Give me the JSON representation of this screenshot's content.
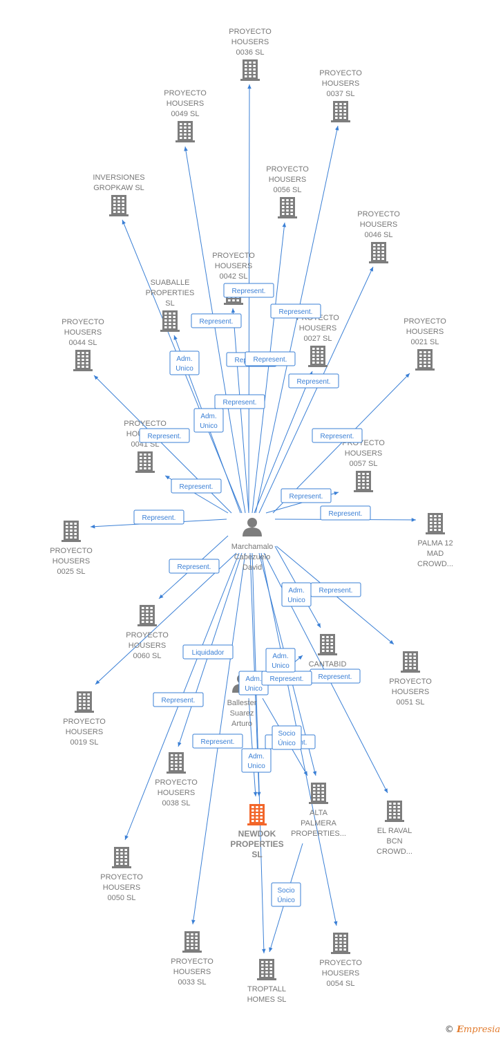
{
  "colors": {
    "edge": "#3a7fd5",
    "building": "#7d7d7d",
    "main_building": "#f2662a",
    "person": "#7d7d7d"
  },
  "footer": {
    "copyright": "©",
    "brand_initial": "E",
    "brand_rest": "mpresia"
  },
  "nodes": [
    {
      "id": "p",
      "type": "person",
      "lines": [
        "Marchamalo",
        "Cabezuelo",
        "David"
      ]
    },
    {
      "id": "b",
      "type": "person",
      "lines": [
        "Ballester",
        "Suarez",
        "Arturo"
      ]
    },
    {
      "id": "n0036",
      "type": "company",
      "lines": [
        "PROYECTO",
        "HOUSERS",
        "0036  SL"
      ]
    },
    {
      "id": "n0037",
      "type": "company",
      "lines": [
        "PROYECTO",
        "HOUSERS",
        "0037  SL"
      ]
    },
    {
      "id": "n0049",
      "type": "company",
      "lines": [
        "PROYECTO",
        "HOUSERS",
        "0049  SL"
      ]
    },
    {
      "id": "ngro",
      "type": "company",
      "lines": [
        "INVERSIONES",
        "GROPKAW  SL"
      ]
    },
    {
      "id": "n0056",
      "type": "company",
      "lines": [
        "PROYECTO",
        "HOUSERS",
        "0056  SL"
      ]
    },
    {
      "id": "n0046",
      "type": "company",
      "lines": [
        "PROYECTO",
        "HOUSERS",
        "0046  SL"
      ]
    },
    {
      "id": "n0042",
      "type": "company",
      "lines": [
        "PROYECTO",
        "HOUSERS",
        "0042  SL"
      ]
    },
    {
      "id": "nsua",
      "type": "company",
      "lines": [
        "SUABALLE",
        "PROPERTIES",
        "SL"
      ]
    },
    {
      "id": "n0027",
      "type": "company",
      "lines": [
        "PROYECTO",
        "HOUSERS",
        "0027  SL"
      ]
    },
    {
      "id": "n0044",
      "type": "company",
      "lines": [
        "PROYECTO",
        "HOUSERS",
        "0044  SL"
      ]
    },
    {
      "id": "n0021",
      "type": "company",
      "lines": [
        "PROYECTO",
        "HOUSERS",
        "0021  SL"
      ]
    },
    {
      "id": "n0041",
      "type": "company",
      "lines": [
        "PROYECTO",
        "HOUSERS",
        "0041  SL"
      ]
    },
    {
      "id": "n0057",
      "type": "company",
      "lines": [
        "PROYECTO",
        "HOUSERS",
        "0057  SL"
      ]
    },
    {
      "id": "n0025",
      "type": "company",
      "lines": [
        "PROYECTO",
        "HOUSERS",
        "0025  SL"
      ]
    },
    {
      "id": "npalma",
      "type": "company",
      "lines": [
        "PALMA 12",
        "MAD",
        "CROWD..."
      ]
    },
    {
      "id": "n0060",
      "type": "company",
      "lines": [
        "PROYECTO",
        "HOUSERS",
        "0060  SL"
      ]
    },
    {
      "id": "ncant",
      "type": "company",
      "lines": [
        "CANTABID"
      ]
    },
    {
      "id": "n0051",
      "type": "company",
      "lines": [
        "PROYECTO",
        "HOUSERS",
        "0051  SL"
      ]
    },
    {
      "id": "n0019",
      "type": "company",
      "lines": [
        "PROYECTO",
        "HOUSERS",
        "0019  SL"
      ]
    },
    {
      "id": "n0038",
      "type": "company",
      "lines": [
        "PROYECTO",
        "HOUSERS",
        "0038  SL"
      ]
    },
    {
      "id": "nnew",
      "type": "main",
      "lines": [
        "NEWDOK",
        "PROPERTIES",
        "SL"
      ]
    },
    {
      "id": "nalta",
      "type": "company",
      "lines": [
        "ALTA",
        "PALMERA",
        "PROPERTIES..."
      ]
    },
    {
      "id": "nraval",
      "type": "company",
      "lines": [
        "EL RAVAL",
        "BCN",
        "CROWD..."
      ]
    },
    {
      "id": "n0050",
      "type": "company",
      "lines": [
        "PROYECTO",
        "HOUSERS",
        "0050  SL"
      ]
    },
    {
      "id": "n0033",
      "type": "company",
      "lines": [
        "PROYECTO",
        "HOUSERS",
        "0033  SL"
      ]
    },
    {
      "id": "ntrop",
      "type": "company",
      "lines": [
        "TROPTALL",
        "HOMES  SL"
      ]
    },
    {
      "id": "n0054",
      "type": "company",
      "lines": [
        "PROYECTO",
        "HOUSERS",
        "0054  SL"
      ]
    }
  ],
  "edges": [
    {
      "from": "p",
      "to": "n0036",
      "label": [
        "Represent."
      ]
    },
    {
      "from": "p",
      "to": "n0037",
      "label": [
        "Represent."
      ]
    },
    {
      "from": "p",
      "to": "n0049",
      "label": [
        "Adm.",
        "Unico"
      ]
    },
    {
      "from": "p",
      "to": "ngro",
      "label": [
        "Adm.",
        "Unico"
      ]
    },
    {
      "from": "p",
      "to": "n0056",
      "label": [
        "Represent."
      ]
    },
    {
      "from": "p",
      "to": "n0046",
      "label": [
        "Represent."
      ]
    },
    {
      "from": "p",
      "to": "n0042",
      "label": [
        "Represent."
      ]
    },
    {
      "from": "p",
      "to": "nsua",
      "label": [
        "Represent."
      ]
    },
    {
      "from": "p",
      "to": "n0027",
      "label": [
        "Represent."
      ]
    },
    {
      "from": "p",
      "to": "n0044",
      "label": [
        "Represent."
      ]
    },
    {
      "from": "p",
      "to": "n0021",
      "label": [
        "Represent."
      ]
    },
    {
      "from": "p",
      "to": "n0041",
      "label": [
        "Represent."
      ]
    },
    {
      "from": "p",
      "to": "n0057",
      "label": [
        "Represent."
      ]
    },
    {
      "from": "p",
      "to": "n0025",
      "label": [
        "Represent."
      ]
    },
    {
      "from": "p",
      "to": "npalma",
      "label": [
        "Represent."
      ]
    },
    {
      "from": "p",
      "to": "n0060",
      "label": [
        "Represent."
      ]
    },
    {
      "from": "p",
      "to": "ncant",
      "label": [
        "Adm.",
        "Unico"
      ]
    },
    {
      "from": "p",
      "to": "n0051",
      "label": [
        "Represent."
      ]
    },
    {
      "from": "p",
      "to": "n0019",
      "label": [
        "Liquidador"
      ]
    },
    {
      "from": "p",
      "to": "n0038",
      "label": [
        "Liquidador"
      ]
    },
    {
      "from": "p",
      "to": "nnew",
      "label": [
        "Socio",
        "Único"
      ]
    },
    {
      "from": "p",
      "to": "nalta",
      "label": [
        "Adm.",
        "Unico"
      ]
    },
    {
      "from": "p",
      "to": "nraval",
      "label": [
        "Represent."
      ]
    },
    {
      "from": "p",
      "to": "n0050",
      "label": [
        "Represent."
      ]
    },
    {
      "from": "p",
      "to": "n0033",
      "label": [
        "Represent."
      ]
    },
    {
      "from": "p",
      "to": "ntrop",
      "label": [
        "Represent."
      ]
    },
    {
      "from": "p",
      "to": "n0054",
      "label": [
        "Socio",
        "Único"
      ]
    },
    {
      "from": "b",
      "to": "nnew",
      "label": [
        "Adm.",
        "Unico"
      ]
    },
    {
      "from": "b",
      "to": "nalta",
      "label": [
        "Represent."
      ]
    },
    {
      "from": "nalta",
      "to": "ntrop",
      "label": [
        "Socio",
        "Único"
      ]
    },
    {
      "from": "b",
      "to": "ncant",
      "label": [
        "Adm.",
        "Unico"
      ]
    }
  ]
}
